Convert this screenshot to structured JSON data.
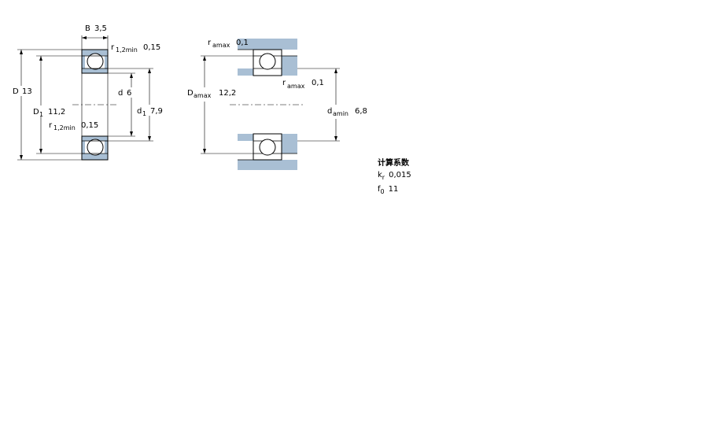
{
  "bearing_view": {
    "B": {
      "label": "B",
      "value": "3,5"
    },
    "D": {
      "label": "D",
      "value": "13"
    },
    "D1": {
      "label": "D",
      "sub": "1",
      "value": "11,2"
    },
    "d": {
      "label": "d",
      "value": "6"
    },
    "d1": {
      "label": "d",
      "sub": "1",
      "value": "7,9"
    },
    "r12_top": {
      "label": "r",
      "sub": "1,2min",
      "value": "0,15"
    },
    "r12_bottom": {
      "label": "r",
      "sub": "1,2min",
      "value": "0,15"
    }
  },
  "mounting_view": {
    "ramax_top": {
      "label": "r",
      "sub": "amax",
      "value": "0,1"
    },
    "ramax_inner": {
      "label": "r",
      "sub": "amax",
      "value": "0,1"
    },
    "Damax": {
      "label": "D",
      "sub": "amax",
      "value": "12,2"
    },
    "damin": {
      "label": "d",
      "sub": "amin",
      "value": "6,8"
    }
  },
  "calc_factors": {
    "heading": "计算系数",
    "kr": {
      "label": "k",
      "sub": "r",
      "value": "0,015"
    },
    "f0": {
      "label": "f",
      "sub": "0",
      "value": "11"
    }
  },
  "colors": {
    "ring_fill": "#a9bfd4",
    "housing_fill": "#a9bfd4",
    "line": "#000000"
  }
}
